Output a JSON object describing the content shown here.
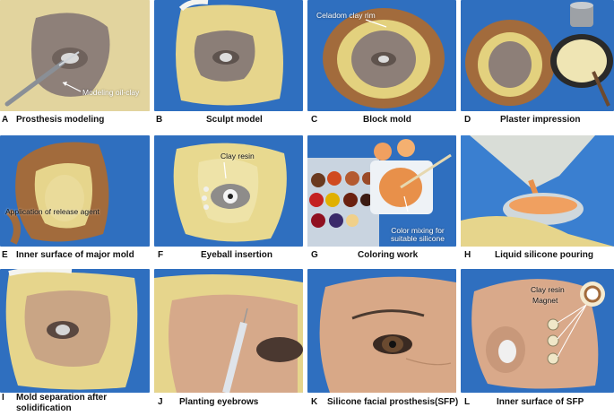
{
  "panels": [
    {
      "letter": "A",
      "caption": "Prosthesis modeling",
      "notes": [
        "Modeling oil-clay"
      ]
    },
    {
      "letter": "B",
      "caption": "Sculpt model",
      "notes": []
    },
    {
      "letter": "C",
      "caption": "Block mold",
      "notes": [
        "Celadom clay rim"
      ]
    },
    {
      "letter": "D",
      "caption": "Plaster impression",
      "notes": []
    },
    {
      "letter": "E",
      "caption": "Inner surface of major mold",
      "notes": [
        "Application of release agent"
      ]
    },
    {
      "letter": "F",
      "caption": "Eyeball insertion",
      "notes": [
        "Clay resin"
      ]
    },
    {
      "letter": "G",
      "caption": "Coloring work",
      "notes": [
        "Color mixing for suitable silicone"
      ]
    },
    {
      "letter": "H",
      "caption": "Liquid silicone pouring",
      "notes": []
    },
    {
      "letter": "I",
      "caption": "Mold separation after solidification",
      "notes": []
    },
    {
      "letter": "J",
      "caption": "Planting eyebrows",
      "notes": []
    },
    {
      "letter": "K",
      "caption": "Silicone facial prosthesis(SFP)",
      "notes": []
    },
    {
      "letter": "L",
      "caption": "Inner surface of SFP",
      "notes": [
        "Clay resin",
        "Magnet"
      ]
    }
  ],
  "colors": {
    "blue_bg": "#2e74c9",
    "plaster": "#e8d98a",
    "clay": "#8d7f78",
    "brown_clay": "#a06a3a",
    "skin": "#d9a583"
  }
}
